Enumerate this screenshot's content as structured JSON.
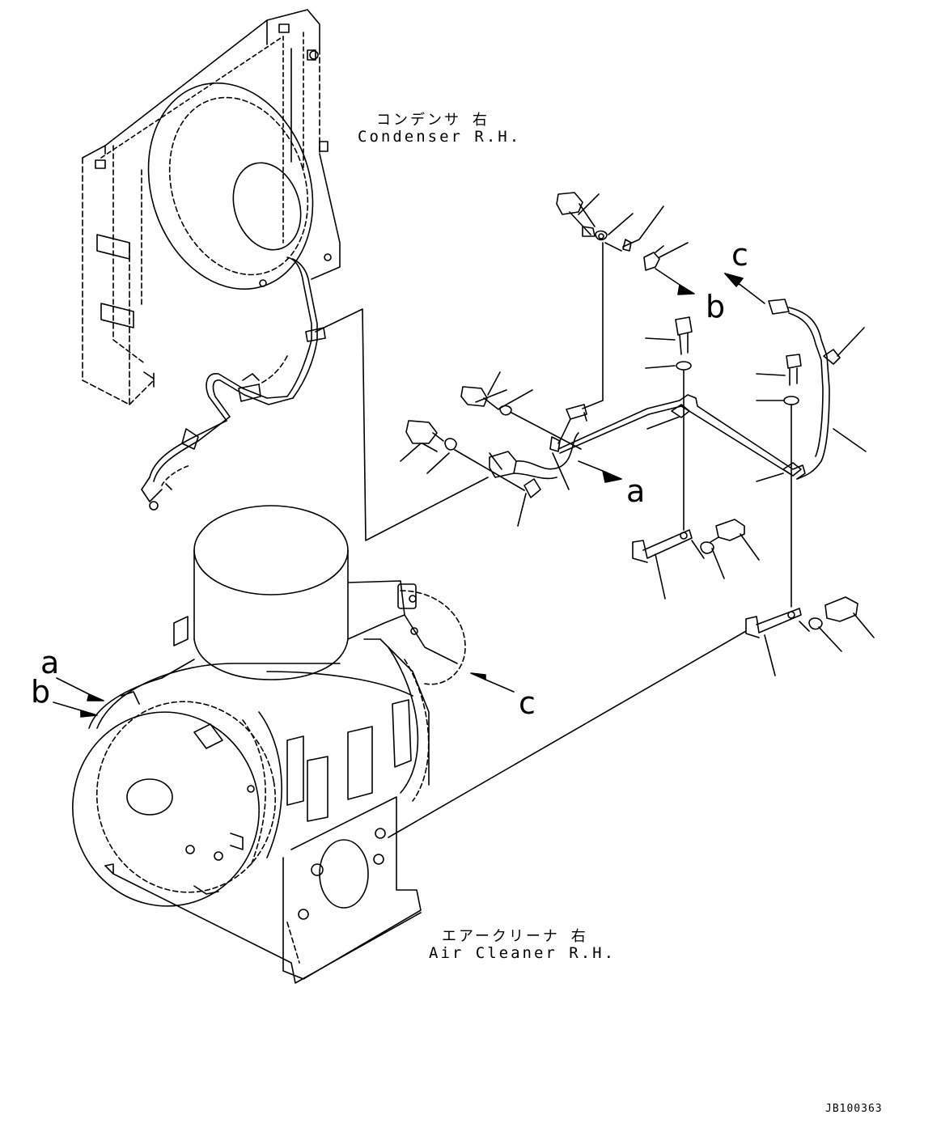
{
  "labels": {
    "condenser_jp": "コンデンサ 右",
    "condenser_en": "Condenser R.H.",
    "air_cleaner_jp": "エアークリーナ 右",
    "air_cleaner_en": "Air Cleaner R.H."
  },
  "refs": {
    "a": "a",
    "b": "b",
    "c": "c"
  },
  "drawing_code": "JB100363",
  "colors": {
    "line": "#000000",
    "background": "#ffffff"
  }
}
